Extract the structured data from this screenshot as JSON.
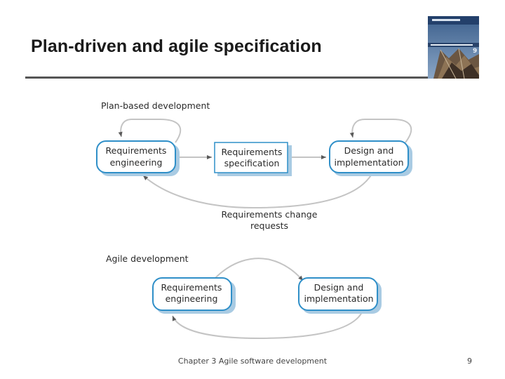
{
  "slide": {
    "title": "Plan-driven and agile specification",
    "footer": "Chapter 3 Agile software development",
    "page_number": "9"
  },
  "diagram": {
    "plan_section_label": "Plan-based development",
    "agile_section_label": "Agile development",
    "plan_nodes": [
      {
        "line1": "Requirements",
        "line2": "engineering"
      },
      {
        "line1": "Requirements",
        "line2": "specification"
      },
      {
        "line1": "Design and",
        "line2": "implementation"
      }
    ],
    "change_label_line1": "Requirements change",
    "change_label_line2": "requests",
    "agile_nodes": [
      {
        "line1": "Requirements",
        "line2": "engineering"
      },
      {
        "line1": "Design and",
        "line2": "implementation"
      }
    ]
  },
  "colors": {
    "node_border": "#2f8fc8",
    "node_shadow": "#a9cbe3",
    "arrow": "#b8b8b8",
    "arrow_head": "#5a5a5a"
  }
}
